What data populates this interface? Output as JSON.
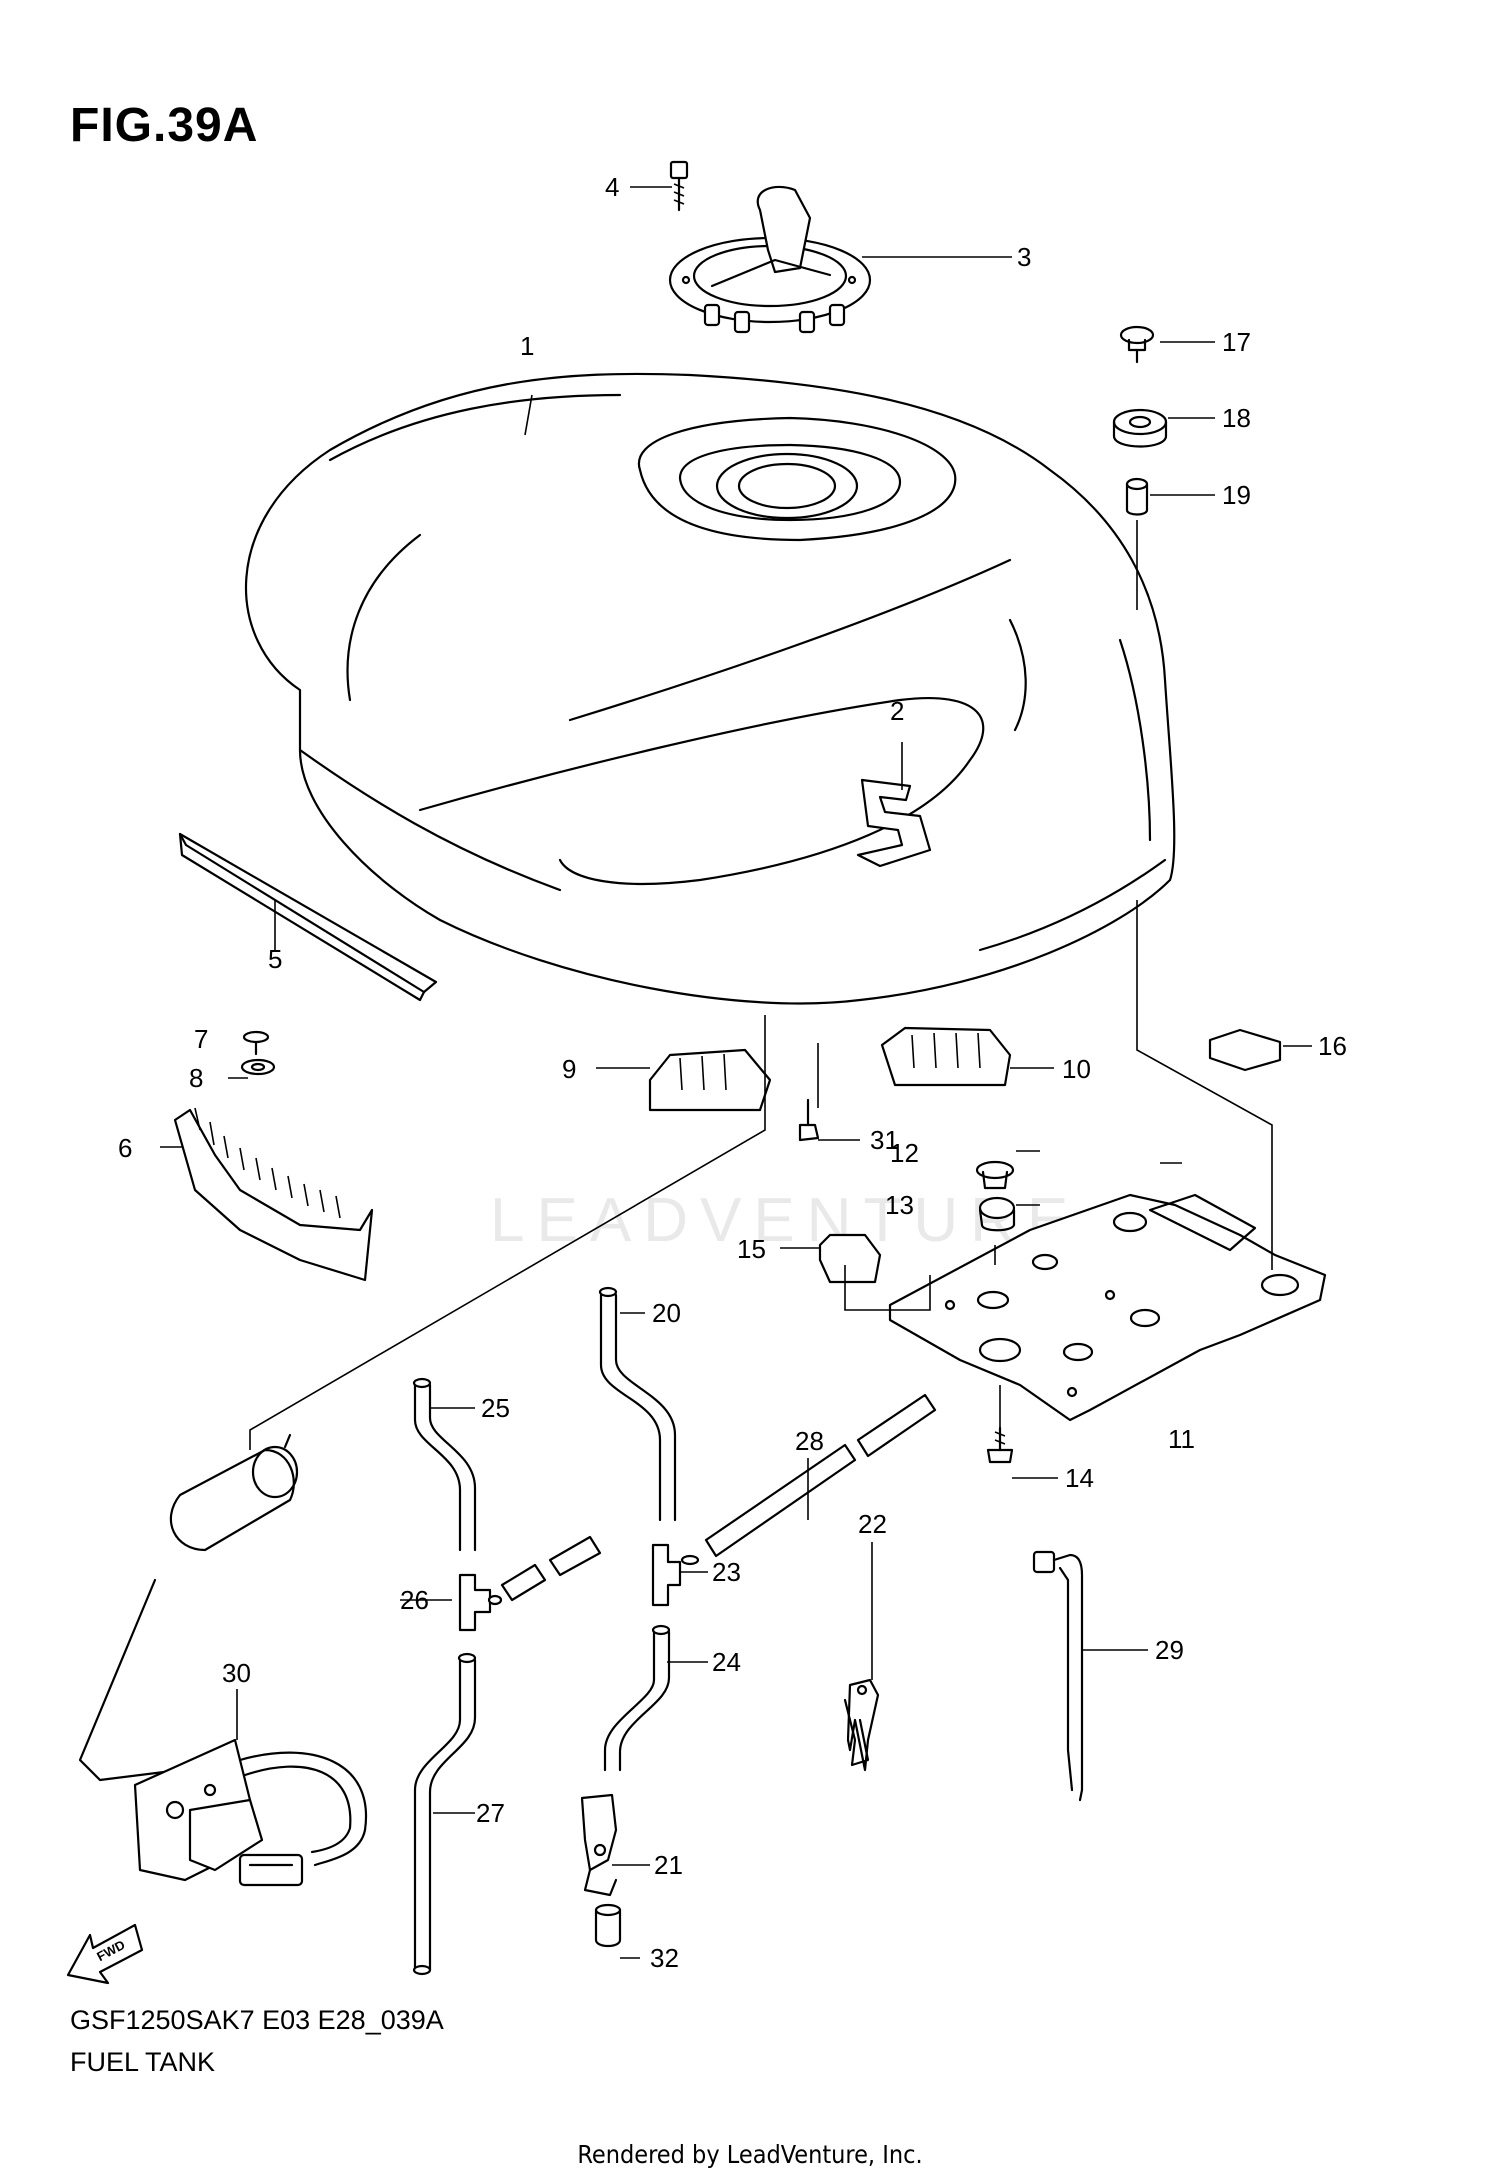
{
  "figure_title": "FIG.39A",
  "part_code": "GSF1250SAK7 E03 E28_039A",
  "part_name": "FUEL TANK",
  "footer": "Rendered by LeadVenture, Inc.",
  "watermark": "LEADVENTURE",
  "fwd_label": "FWD",
  "callouts": {
    "c1": "1",
    "c2": "2",
    "c3": "3",
    "c4": "4",
    "c5": "5",
    "c6": "6",
    "c7": "7",
    "c8": "8",
    "c9": "9",
    "c10": "10",
    "c11": "11",
    "c12": "12",
    "c13": "13",
    "c14": "14",
    "c15": "15",
    "c16": "16",
    "c17": "17",
    "c18": "18",
    "c19": "19",
    "c20": "20",
    "c21": "21",
    "c22": "22",
    "c23": "23",
    "c24": "24",
    "c25": "25",
    "c26": "26",
    "c27": "27",
    "c28": "28",
    "c29": "29",
    "c30": "30",
    "c31": "31",
    "c32": "32"
  }
}
